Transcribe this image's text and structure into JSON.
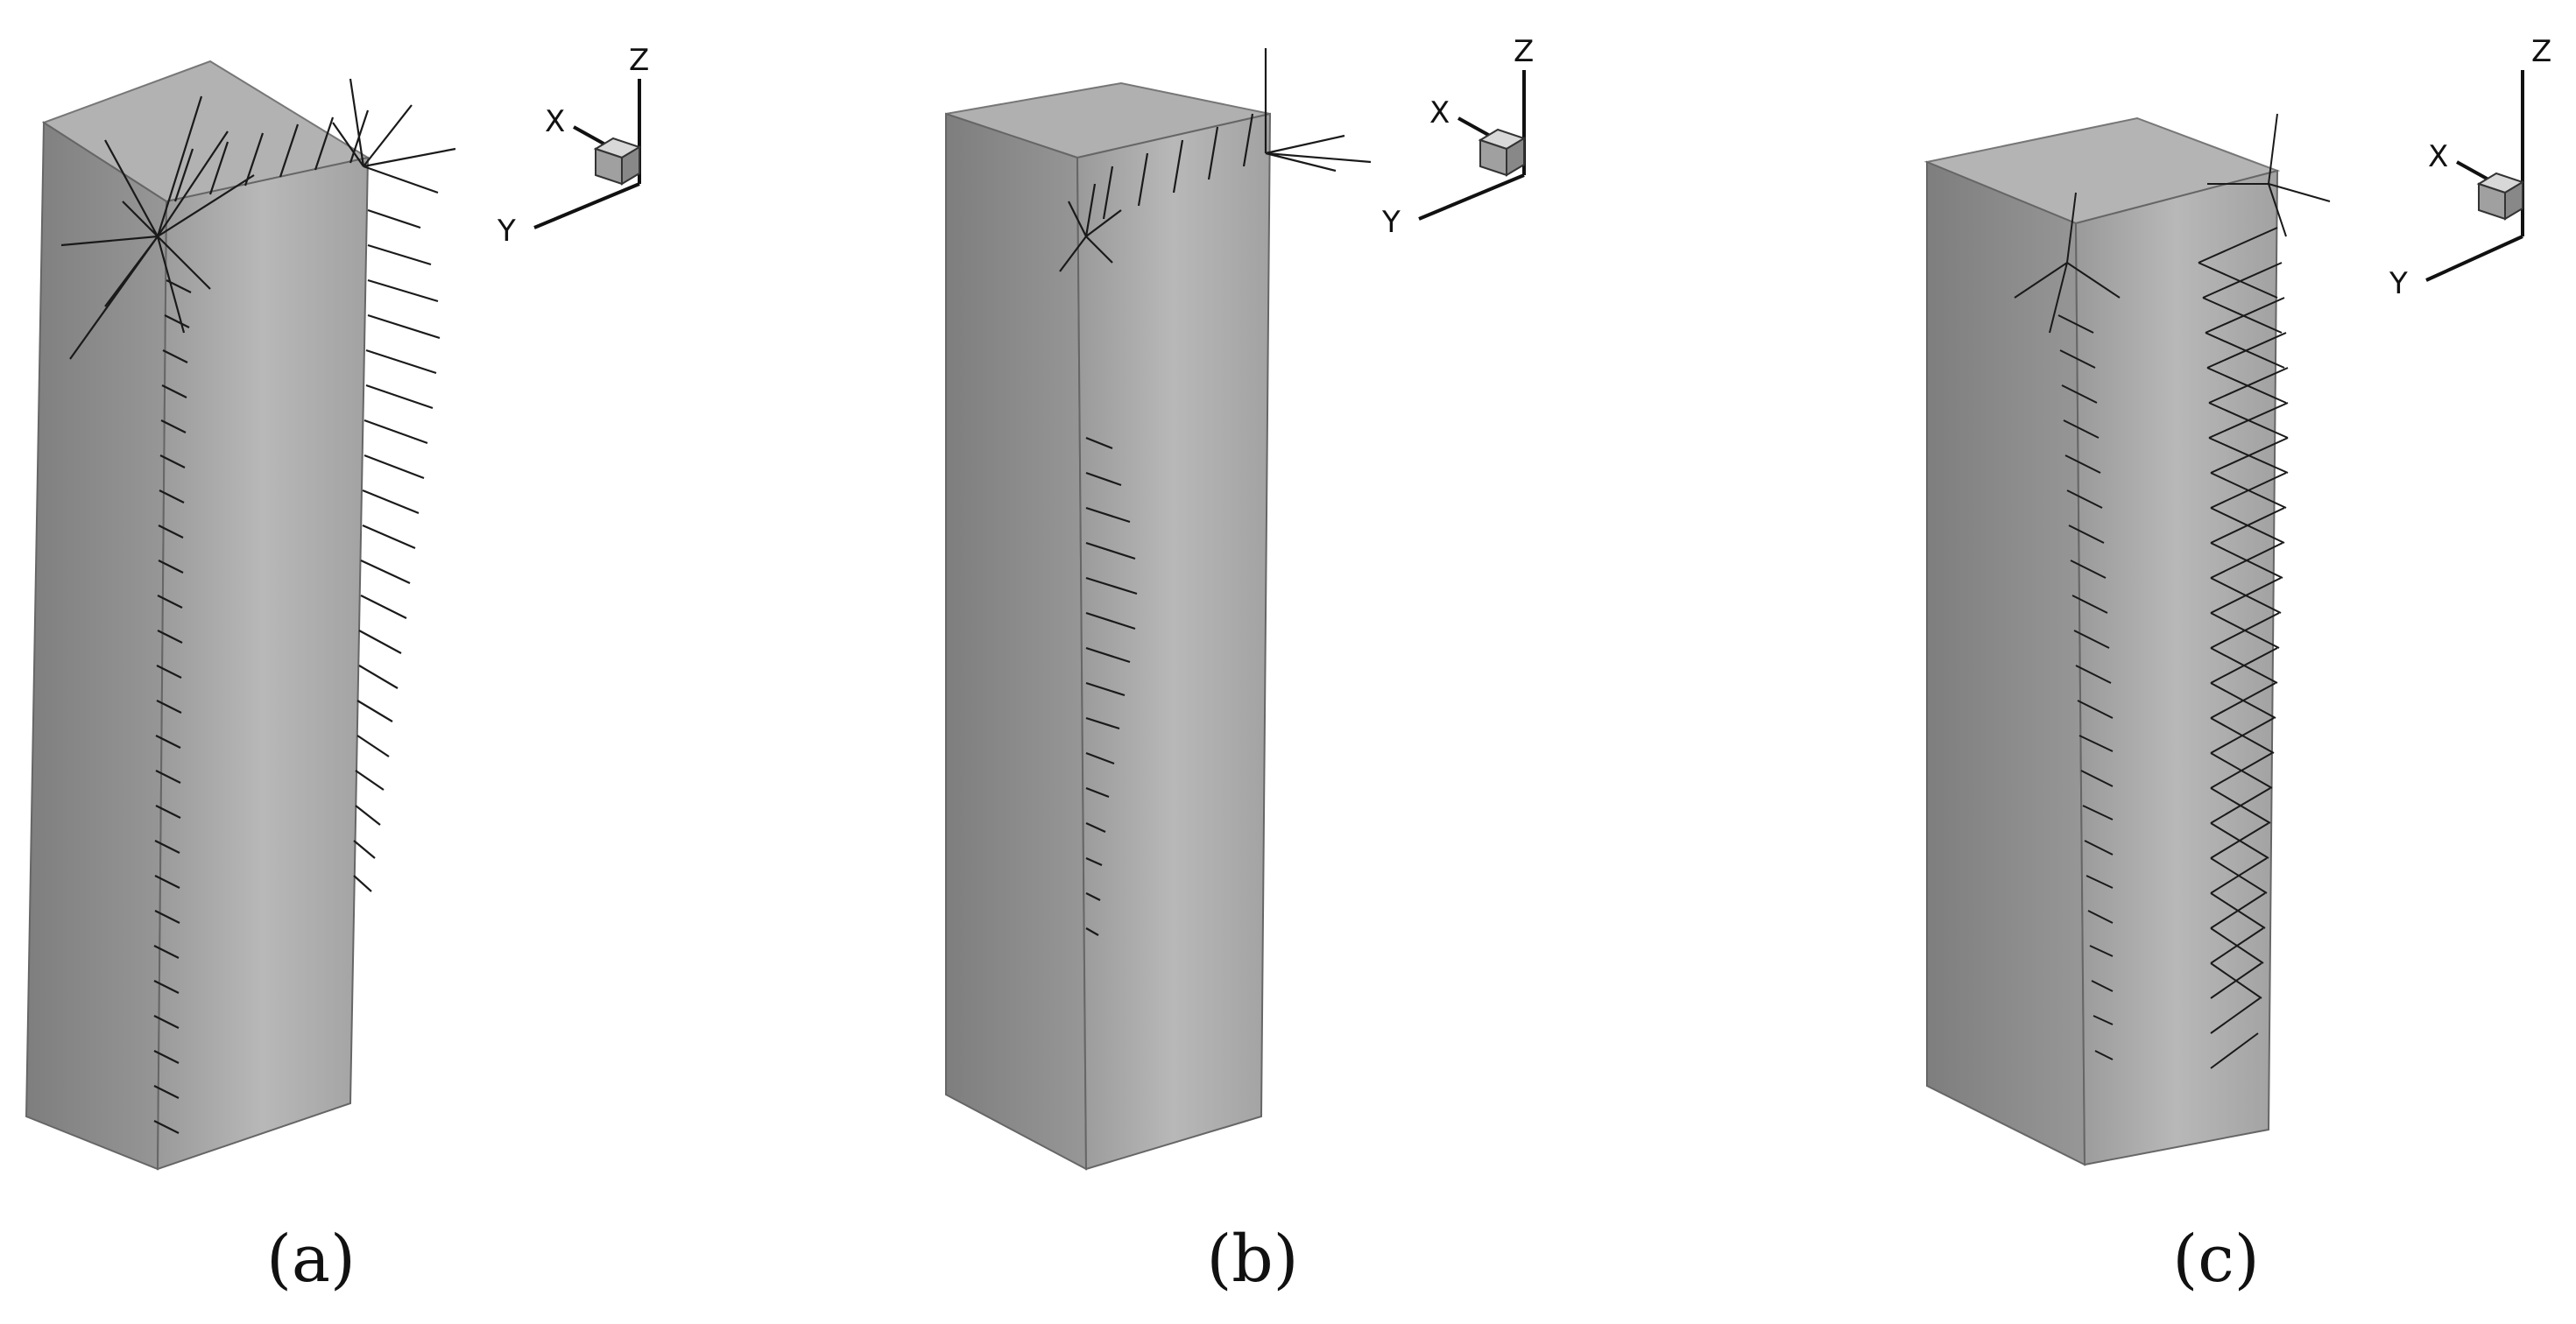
{
  "panels": [
    {
      "caption": "(a)",
      "axes": {
        "x_label": "X",
        "y_label": "Y",
        "z_label": "Z"
      }
    },
    {
      "caption": "(b)",
      "axes": {
        "x_label": "X",
        "y_label": "Y",
        "z_label": "Z"
      }
    },
    {
      "caption": "(c)",
      "axes": {
        "x_label": "X",
        "y_label": "Y",
        "z_label": "Z"
      }
    }
  ],
  "colors": {
    "background": "#ffffff",
    "front_face": "#a8a8a8",
    "side_face": "#8c8c8c",
    "top_face": "#b5b5b5",
    "vector": "#1a1a1a"
  }
}
